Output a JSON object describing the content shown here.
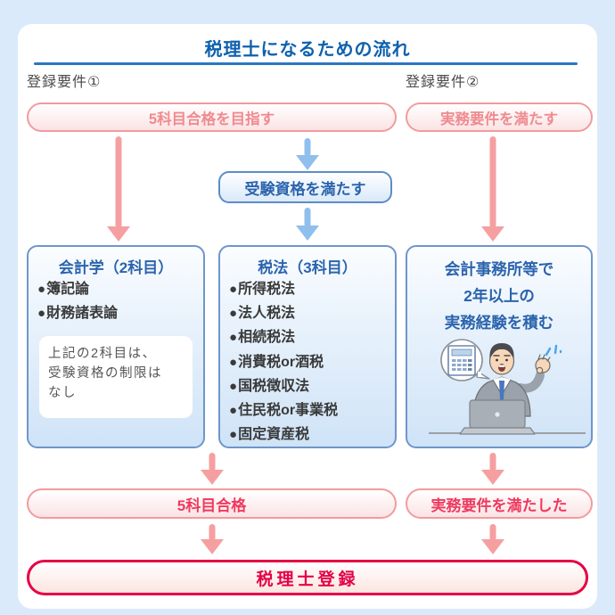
{
  "title": "税理士になるための流れ",
  "labels": {
    "left": "登録要件①",
    "right": "登録要件②"
  },
  "flow": {
    "aim": "5科目合格を目指す",
    "practical": "実務要件を満たす",
    "qualify": "受験資格を満たす",
    "accounting": {
      "title": "会計学（2科目）",
      "items": [
        "簿記論",
        "財務諸表論"
      ],
      "note": "上記の2科目は、\n受験資格の制限は\nなし"
    },
    "tax_law": {
      "title": "税法（3科目）",
      "items": [
        "所得税法",
        "法人税法",
        "相続税法",
        "消費税or酒税",
        "国税徴収法",
        "住民税or事業税",
        "固定資産税"
      ]
    },
    "experience": {
      "text": "会計事務所等で\n2年以上の\n実務経験を積む",
      "illustration": "man-at-laptop-ok-sign-with-calculator-speech-bubble"
    },
    "passed": "5科目合格",
    "practical_done": "実務要件を満たした",
    "register": "税理士登録"
  },
  "colors": {
    "page_background": "#dbeafa",
    "card_background": "#ffffff",
    "title_blue": "#0d61ae",
    "box_blue_border": "#6e96cb",
    "box_blue_text": "#2b64ad",
    "arrow_blue": "#8fbfec",
    "pink_border": "#f29b9e",
    "pink_text": "#ef8b90",
    "arrow_pink": "#f59fa1",
    "result_red": "#ee3a5f",
    "register_red": "#e50045",
    "dark_text": "#3a3a3a",
    "label_gray": "#4a4a4a"
  }
}
